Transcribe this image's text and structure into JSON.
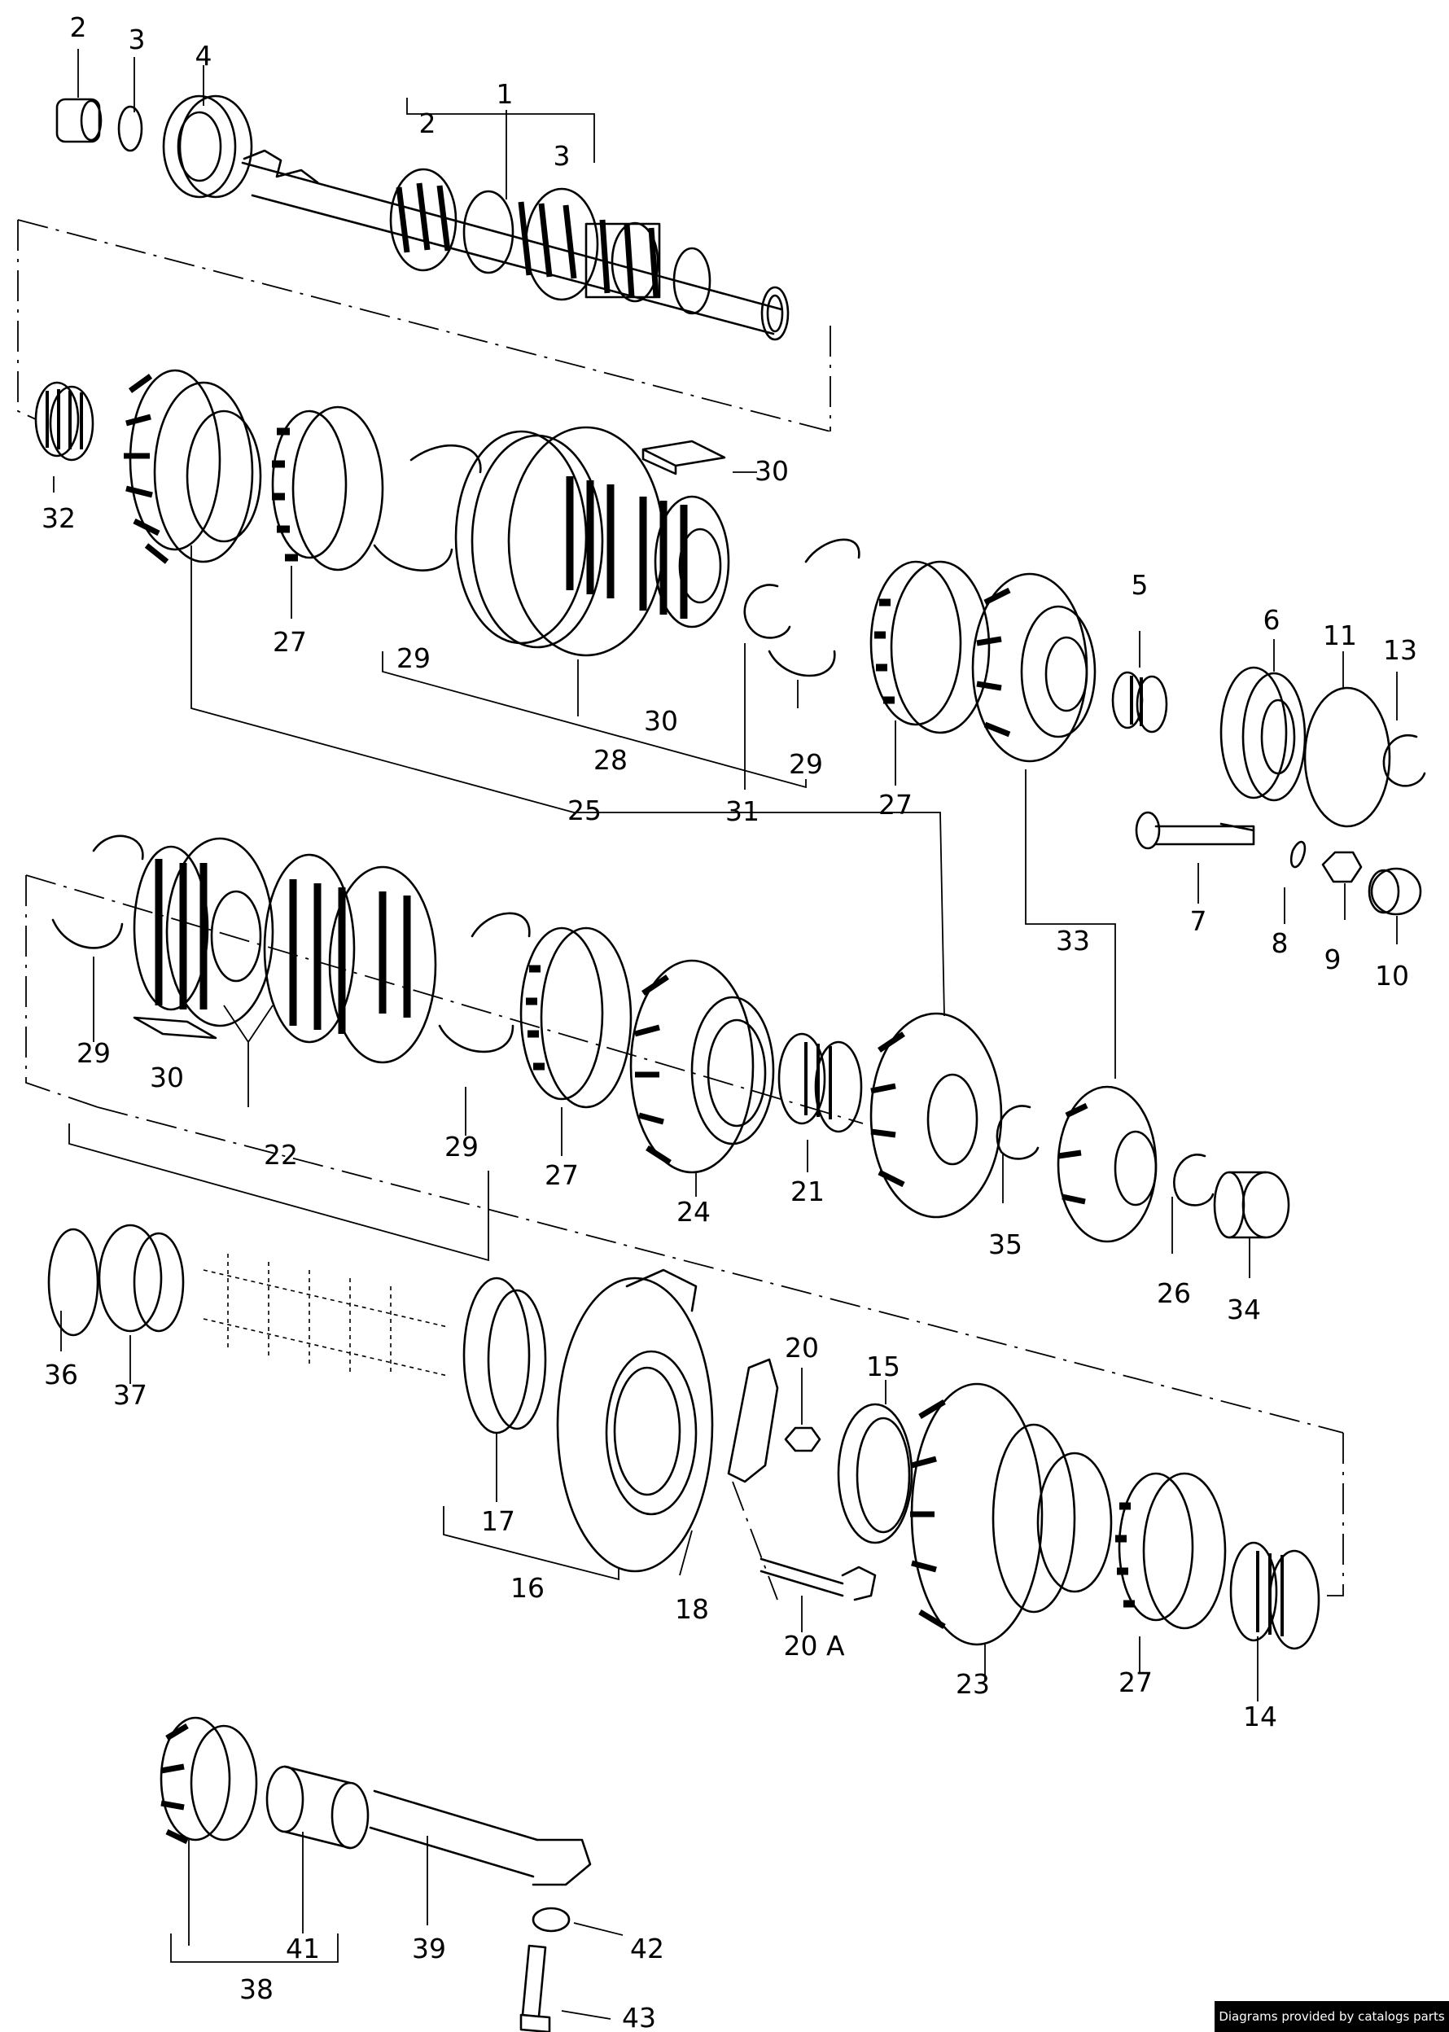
{
  "diagram": {
    "callouts": [
      "1",
      "2",
      "3",
      "2",
      "3",
      "4",
      "5",
      "6",
      "7",
      "8",
      "9",
      "10",
      "11",
      "13",
      "14",
      "15",
      "16",
      "17",
      "18",
      "20",
      "20 A",
      "21",
      "22",
      "23",
      "24",
      "25",
      "26",
      "27",
      "27",
      "27",
      "27",
      "28",
      "29",
      "29",
      "29",
      "29",
      "30",
      "30",
      "30",
      "31",
      "32",
      "33",
      "34",
      "35",
      "36",
      "37",
      "38",
      "39",
      "41",
      "42",
      "43"
    ]
  },
  "footer": {
    "credit": "Diagrams provided by catalogs parts"
  }
}
